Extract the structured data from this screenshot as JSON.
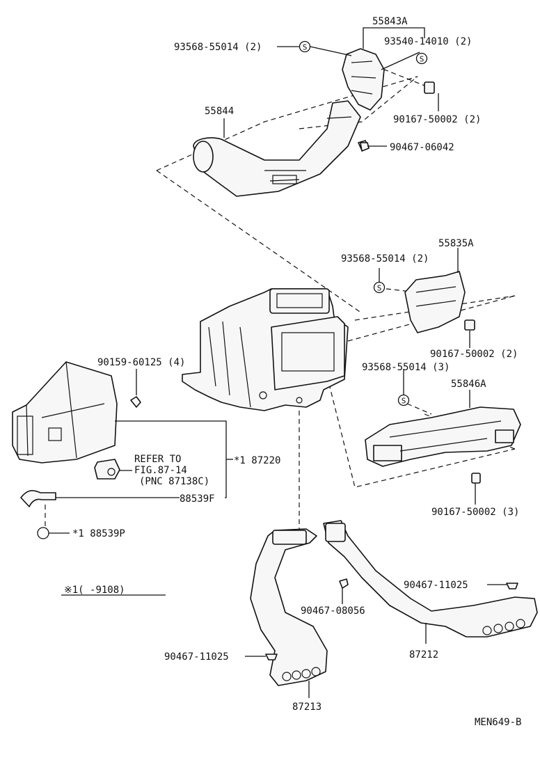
{
  "labels": {
    "p55843a": "55843A",
    "p93568_a": "93568-55014 (2)",
    "p93540": "93540-14010 (2)",
    "p55844": "55844",
    "p90167_a": "90167-50002 (2)",
    "p90467_06042": "90467-06042",
    "p93568_b": "93568-55014 (2)",
    "p55835a": "55835A",
    "p90167_b": "90167-50002 (2)",
    "p90159": "90159-60125 (4)",
    "p93568_c": "93568-55014 (3)",
    "p55846a": "55846A",
    "refer_line1": "REFER TO",
    "refer_line2": "FIG.87-14",
    "refer_line3": "(PNC 87138C)",
    "p87220": "*1 87220",
    "p88539f": "88539F",
    "p88539p": "*1 88539P",
    "p90167_c": "90167-50002 (3)",
    "note": "※1(    -9108)",
    "p90467_11025_a": "90467-11025",
    "p90467_08056": "90467-08056",
    "p87212": "87212",
    "p90467_11025_b": "90467-11025",
    "p87213": "87213",
    "diagram_code": "MEN649-B"
  },
  "symbols": {
    "screw_marker": "S"
  }
}
